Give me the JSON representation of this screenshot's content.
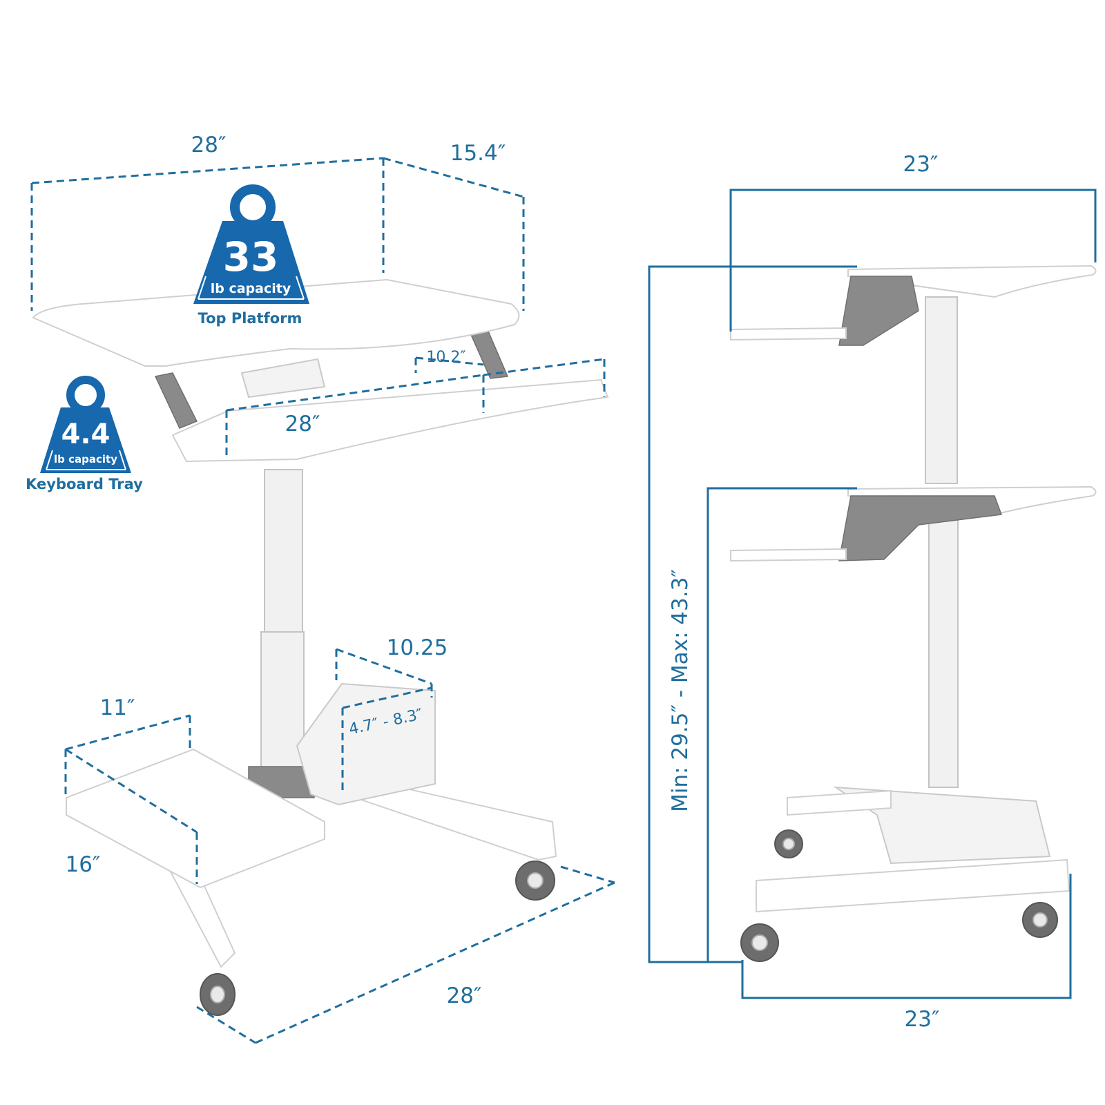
{
  "top_platform": {
    "width": "28″",
    "depth": "15.4″"
  },
  "top_badge": {
    "value": "33",
    "unit": "lb capacity",
    "caption": "Top Platform"
  },
  "keyboard_tray": {
    "width": "28″",
    "depth": "10.2″"
  },
  "keyboard_badge": {
    "value": "4.4",
    "unit": "lb capacity",
    "caption": "Keyboard Tray"
  },
  "cpu_holder": {
    "depth": "10.25",
    "width_range": "4.7″ - 8.3″"
  },
  "foot_tray": {
    "width": "11″",
    "depth": "16″"
  },
  "base": {
    "width": "28″"
  },
  "side_view": {
    "top_width": "23″",
    "height_range": "Min: 29.5″ - Max: 43.3″",
    "base_width": "23″"
  },
  "colors": {
    "accent": "#1f6e9e",
    "badge": "#1768ad",
    "metal": "#8a8a8a"
  }
}
